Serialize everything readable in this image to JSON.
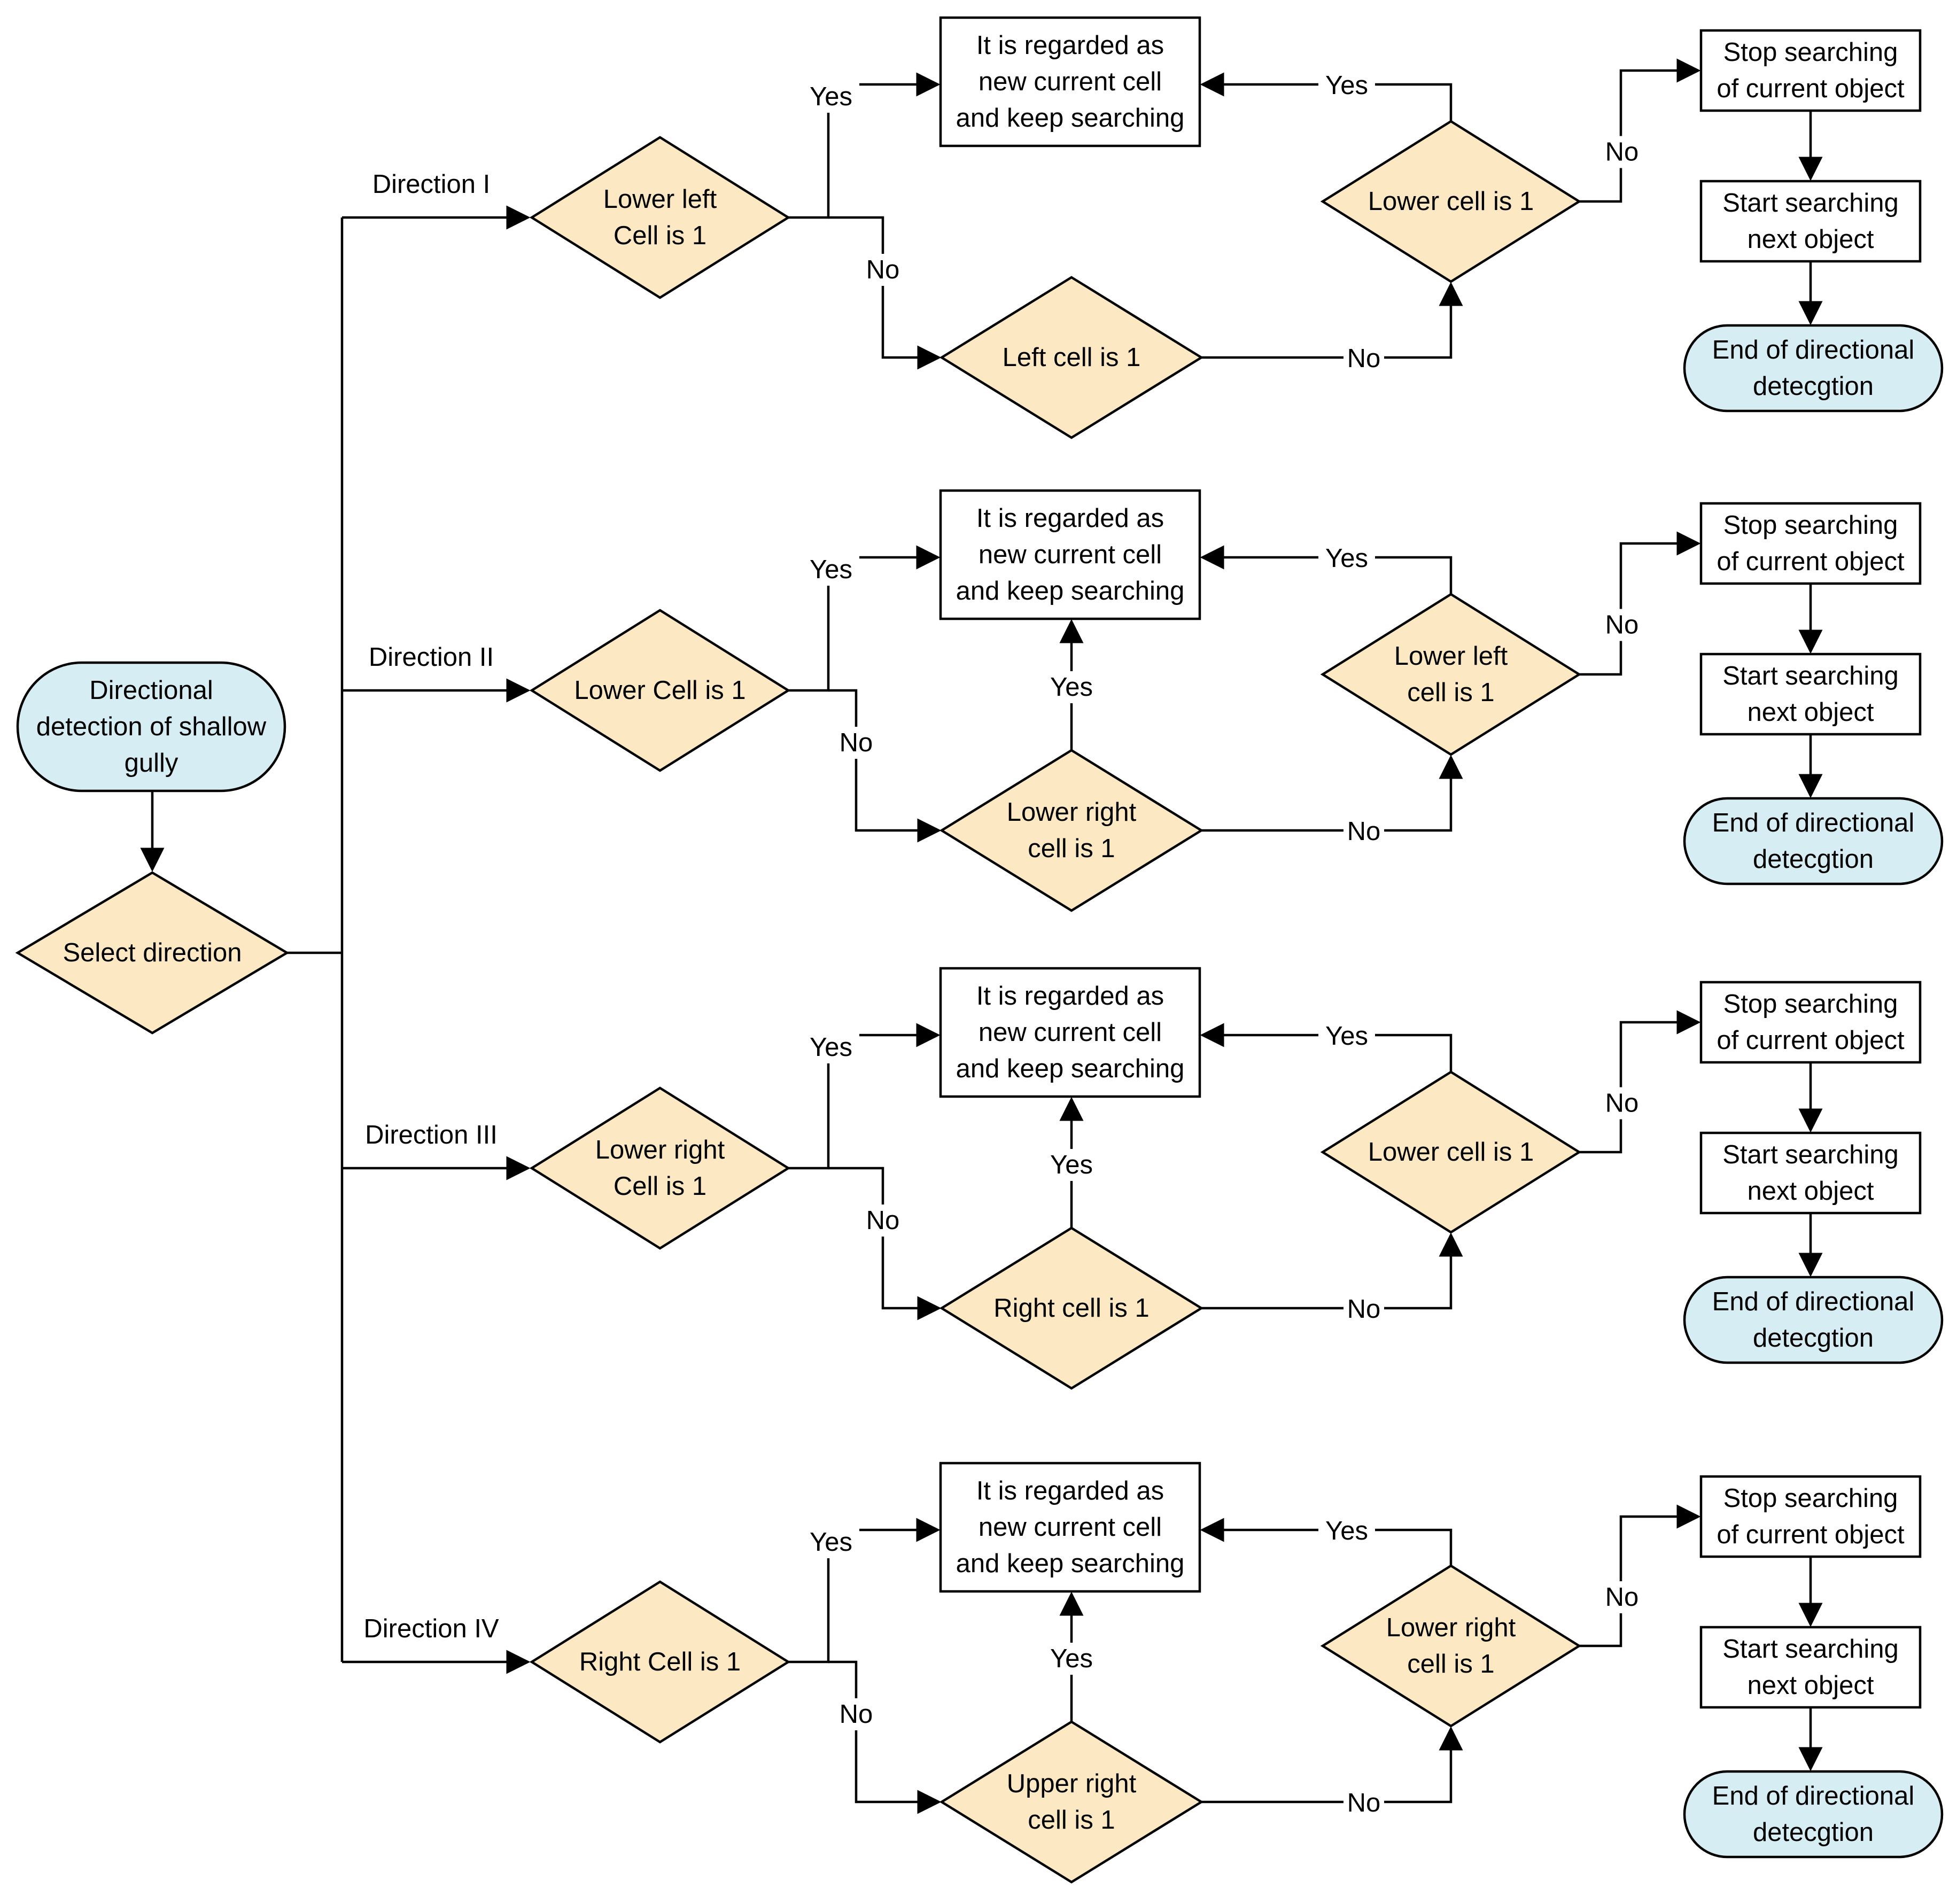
{
  "colors": {
    "decision_fill": "#FCE9C4",
    "terminal_fill": "#D6EDF3",
    "process_fill": "#FFFFFF",
    "stroke": "#000000"
  },
  "start": {
    "label": [
      "Directional",
      "detection of shallow",
      "gully"
    ]
  },
  "select": {
    "label": [
      "Select direction"
    ]
  },
  "rows": [
    {
      "direction": "Direction I",
      "first_check": [
        "Lower left",
        "Cell  is 1"
      ],
      "second_check": [
        "Left cell is 1"
      ],
      "third_check": [
        "Lower cell is 1"
      ],
      "continue_box": [
        "It is regarded as",
        "new current cell",
        "and keep searching"
      ],
      "stop_box": [
        "Stop searching",
        "of current object"
      ],
      "next_box": [
        "Start searching",
        "next object"
      ],
      "end": [
        "End of directional",
        "detecgtion"
      ],
      "second_yes_to_continue": false
    },
    {
      "direction": "Direction II",
      "first_check": [
        "Lower Cell  is 1"
      ],
      "second_check": [
        "Lower right",
        "cell is 1"
      ],
      "third_check": [
        "Lower left",
        "cell is 1"
      ],
      "continue_box": [
        "It is regarded as",
        "new current cell",
        "and keep searching"
      ],
      "stop_box": [
        "Stop searching",
        "of current object"
      ],
      "next_box": [
        "Start searching",
        "next object"
      ],
      "end": [
        "End of directional",
        "detecgtion"
      ],
      "second_yes_to_continue": true
    },
    {
      "direction": "Direction III",
      "first_check": [
        "Lower right",
        "Cell  is 1"
      ],
      "second_check": [
        "Right cell is 1"
      ],
      "third_check": [
        "Lower cell is 1"
      ],
      "continue_box": [
        "It is regarded as",
        "new current cell",
        "and keep searching"
      ],
      "stop_box": [
        "Stop searching",
        "of current object"
      ],
      "next_box": [
        "Start searching",
        "next object"
      ],
      "end": [
        "End of directional",
        "detecgtion"
      ],
      "second_yes_to_continue": true
    },
    {
      "direction": "Direction IV",
      "first_check": [
        "Right Cell  is 1"
      ],
      "second_check": [
        "Upper right",
        "cell is 1"
      ],
      "third_check": [
        "Lower right",
        "cell is 1"
      ],
      "continue_box": [
        "It is regarded as",
        "new current cell",
        "and keep searching"
      ],
      "stop_box": [
        "Stop searching",
        "of current object"
      ],
      "next_box": [
        "Start searching",
        "next object"
      ],
      "end": [
        "End of directional",
        "detecgtion"
      ],
      "second_yes_to_continue": true
    }
  ],
  "edge_labels": {
    "yes": "Yes",
    "no": "No"
  }
}
